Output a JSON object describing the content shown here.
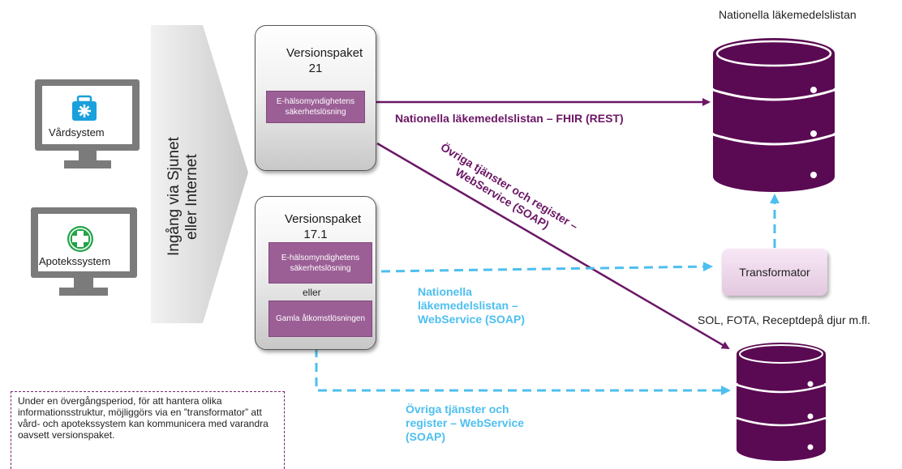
{
  "monitors": {
    "vardsystem": {
      "label": "Vårdsystem",
      "icon": "briefcase-medical-icon",
      "icon_color": "#1aa0dc"
    },
    "apotekssystem": {
      "label": "Apotekssystem",
      "icon": "pharmacy-cross-icon",
      "icon_color": "#22a447"
    }
  },
  "gateway_arrow": {
    "text": "Ingång via Sjunet eller Internet"
  },
  "package_21": {
    "title": "Versionspaket 21",
    "box": "E-hälsomyndighetens säkerhetslösning"
  },
  "package_17": {
    "title": "Versionspaket 17.1",
    "box1": "E-hälsomyndighetens säkerhetslösning",
    "or_text": "eller",
    "box2": "Gamla åtkomstlösningen"
  },
  "databases": {
    "nll": {
      "label": "Nationella läkemedelslistan",
      "color": "#5a0a52"
    },
    "sol": {
      "label": "SOL, FOTA, Receptdepå djur m.fl.",
      "color": "#5a0a52"
    }
  },
  "transformer": {
    "label": "Transformator"
  },
  "connections": {
    "fhir": "Nationella läkemedelslistan – FHIR (REST)",
    "ovriga_soap_diag": "Övriga tjänster och register – WebService (SOAP)",
    "nll_soap": "Nationella läkemedelslistan – WebService (SOAP)",
    "ovriga_soap_bottom": "Övriga tjänster och register – WebService (SOAP)"
  },
  "colors": {
    "purple": "#6c1766",
    "light_blue": "#4dbfef",
    "pkg_box": "#9b5f96"
  },
  "note": "Under en övergångsperiod, för att hantera olika informationsstruktur, möjliggörs via en ”transformator” att vård- och apotekssystem kan kommunicera med varandra oavsett versionspaket."
}
